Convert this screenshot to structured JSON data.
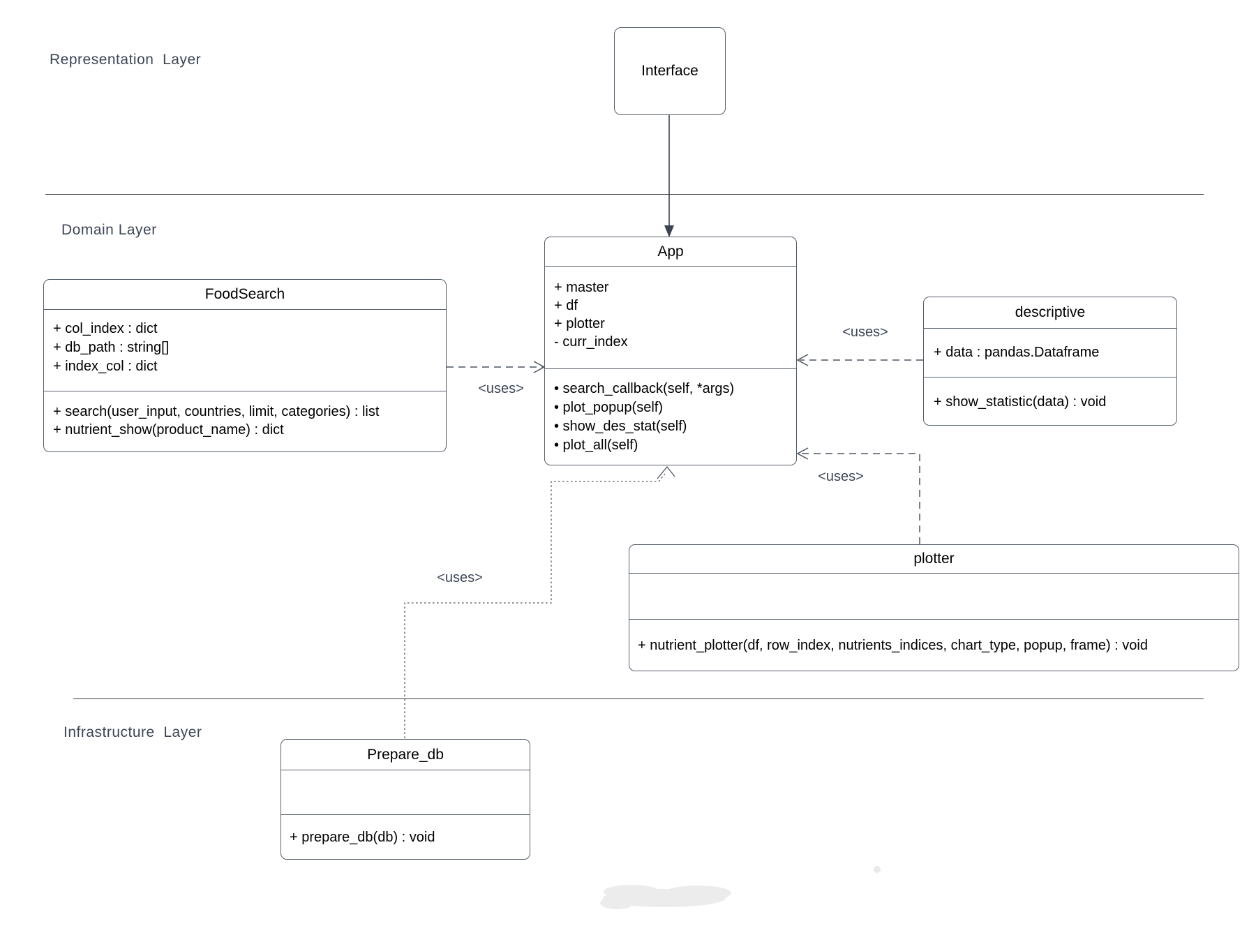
{
  "diagram_type": "uml-class-diagram",
  "colors": {
    "background": "#ffffff",
    "box_border": "#565e6b",
    "text": "#000000",
    "layer_label": "#3e4757",
    "arrow": "#4b5260",
    "smudge": "#ececec"
  },
  "layers": [
    {
      "label": "Representation  Layer"
    },
    {
      "label": "Domain Layer"
    },
    {
      "label": "Infrastructure  Layer"
    }
  ],
  "classes": {
    "interface": {
      "title": "Interface",
      "attributes": [],
      "methods": []
    },
    "foodsearch": {
      "title": "FoodSearch",
      "attributes": [
        "+ col_index : dict",
        "+ db_path : string[]",
        "+ index_col : dict"
      ],
      "methods": [
        "+ search(user_input, countries, limit, categories) : list",
        "+ nutrient_show(product_name) : dict"
      ]
    },
    "app": {
      "title": "App",
      "attributes": [
        "+ master",
        "+ df",
        "+ plotter",
        "- curr_index"
      ],
      "methods": [
        "• search_callback(self, *args)",
        "• plot_popup(self)",
        "• show_des_stat(self)",
        "• plot_all(self)"
      ]
    },
    "descriptive": {
      "title": "descriptive",
      "attributes": [
        "+ data : pandas.Dataframe"
      ],
      "methods": [
        "+ show_statistic(data) : void"
      ]
    },
    "plotter": {
      "title": "plotter",
      "attributes": [],
      "methods": [
        "+ nutrient_plotter(df, row_index, nutrients_indices, chart_type, popup, frame) : void"
      ]
    },
    "prepare_db": {
      "title": "Prepare_db",
      "attributes": [],
      "methods": [
        "+ prepare_db(db) : void"
      ]
    }
  },
  "connectors": [
    {
      "from": "Interface",
      "to": "App",
      "style": "solid",
      "label": ""
    },
    {
      "from": "FoodSearch",
      "to": "App",
      "style": "dashed",
      "label": "<uses>"
    },
    {
      "from": "descriptive",
      "to": "App",
      "style": "dashed",
      "label": "<uses>"
    },
    {
      "from": "plotter",
      "to": "App",
      "style": "dashed",
      "label": "<uses>"
    },
    {
      "from": "Prepare_db",
      "to": "App",
      "style": "dotted",
      "label": "<uses>"
    }
  ]
}
